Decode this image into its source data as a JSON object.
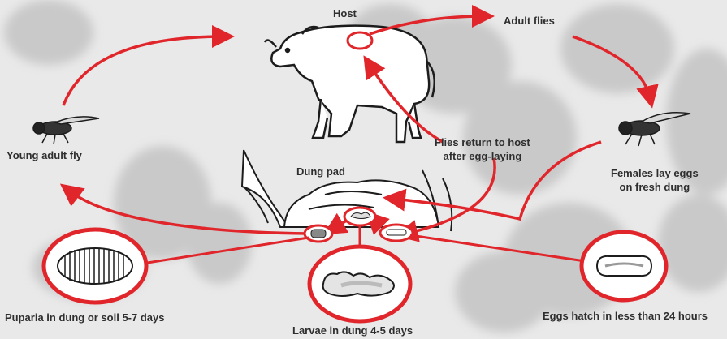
{
  "diagram": {
    "labels": {
      "host": "Host",
      "adult_flies": "Adult flies",
      "flies_return_line1": "Flies return to host",
      "flies_return_line2": "after egg-laying",
      "young_adult_fly": "Young adult fly",
      "dung_pad": "Dung pad",
      "females_lay_line1": "Females lay eggs",
      "females_lay_line2": "on fresh dung",
      "puparia": "Puparia in dung or soil 5-7 days",
      "larvae": "Larvae in dung 4-5 days",
      "eggs_hatch": "Eggs hatch in less than 24 hours"
    },
    "colors": {
      "arrow": "#e0262b",
      "text": "#2e2e2e",
      "background": "#e9e9e9"
    }
  }
}
